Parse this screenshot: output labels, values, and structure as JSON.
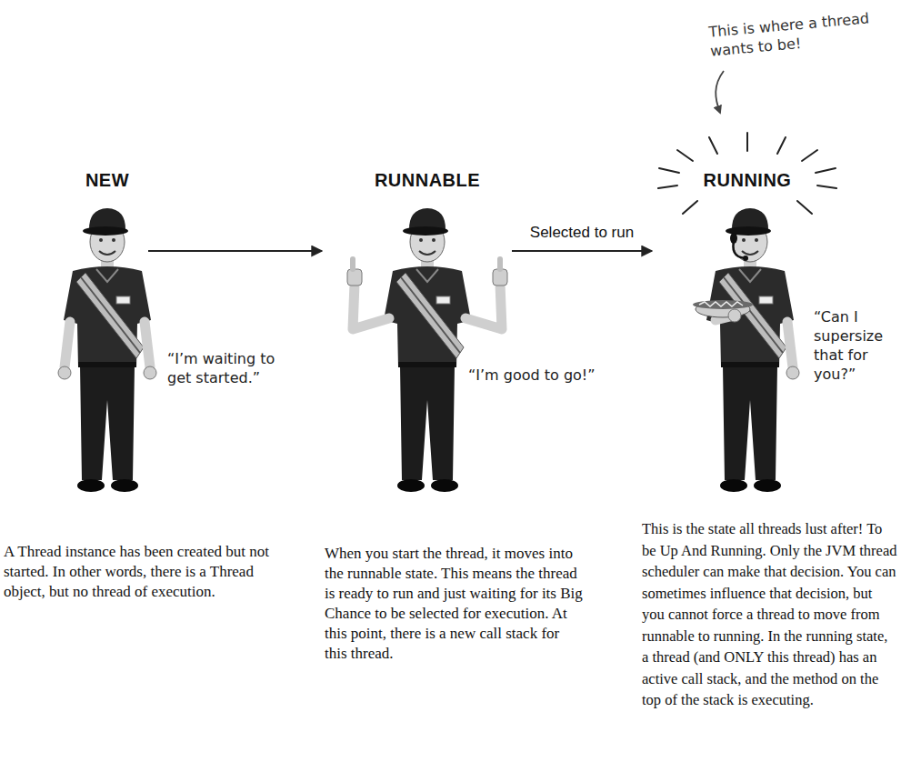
{
  "diagram": {
    "nodes": [
      {
        "text": [
          "NEW",
          "“I’m waiting to get started.”",
          "A Thread instance has been created but not started. In other words, there is a Thread object, but no thread of execution."
        ]
      },
      {
        "text": [
          "RUNNABLE",
          "“I’m good to go!”",
          "When you start the thread, it moves into the runnable state. This means the thread is ready to run and just waiting for its Big Chance to be selected for execution. At this point, there is a new call stack for this thread."
        ]
      },
      {
        "text": [
          "RUNNING",
          "“Can I supersize that for you?”",
          "This is the state all threads lust after! To be Up And Running. Only the JVM thread scheduler can make that decision. You can sometimes influence that decision, but you cannot force a thread to move from runnable to running. In the running state, a thread (and ONLY this thread) has an active call stack, and the method on the top of the stack is executing."
        ]
      }
    ],
    "edges": [
      {
        "from": 0,
        "to": 1,
        "arrow": "to"
      },
      {
        "from": 1,
        "to": 2,
        "label": "Selected to run",
        "arrow": "to"
      }
    ],
    "labels": [
      "This is where a thread wants to be!"
    ]
  }
}
